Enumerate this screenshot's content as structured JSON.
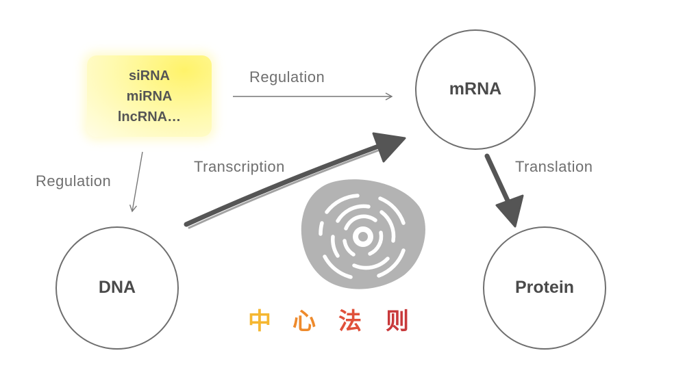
{
  "nodes": {
    "mrna": "mRNA",
    "dna": "DNA",
    "protein": "Protein"
  },
  "ncrna": {
    "lines": [
      "siRNA",
      "miRNA",
      "lncRNA…"
    ]
  },
  "edges": {
    "regulation_top": "Regulation",
    "regulation_left": "Regulation",
    "transcription": "Transcription",
    "translation": "Translation"
  },
  "title": {
    "chars": [
      "中",
      "心",
      "法",
      "则"
    ],
    "colors": [
      "#f5b731",
      "#ee8a2c",
      "#e0503a",
      "#c8393b"
    ]
  },
  "icon": {
    "name": "cell-nucleus-icon",
    "color": "#b3b3b3"
  },
  "colors": {
    "circle_stroke": "#6e6e6e",
    "arrow_thick": "#555555",
    "arrow_thin": "#777777",
    "box_highlight": "#fff36a"
  }
}
